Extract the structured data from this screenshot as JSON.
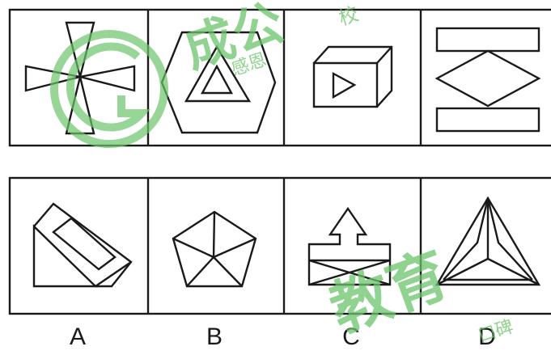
{
  "options": [
    {
      "label": "A"
    },
    {
      "label": "B"
    },
    {
      "label": "C"
    },
    {
      "label": "D"
    }
  ],
  "watermark": {
    "brand_large": "成公",
    "sub_1": "感恩",
    "sub_2": "校",
    "bottom_text": "教育",
    "bottom_small": "口碑",
    "color": "#6cc46c"
  }
}
